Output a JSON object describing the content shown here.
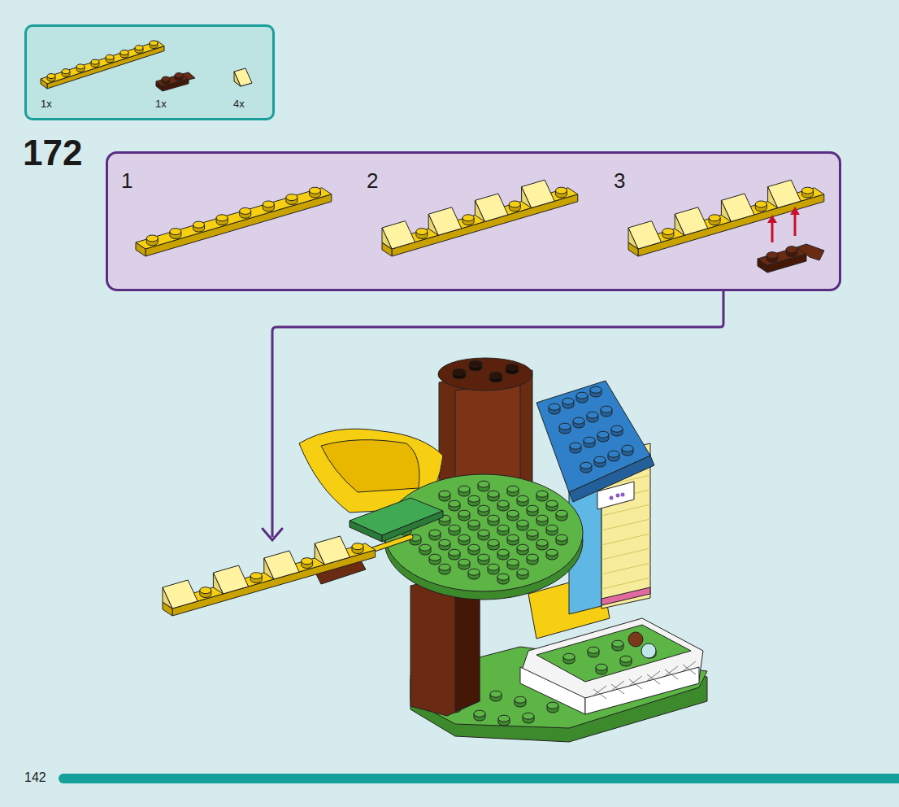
{
  "diagram": {
    "nodes": [
      {
        "text": [
          "1x",
          "1x",
          "4x"
        ]
      },
      {
        "text": [
          "1",
          "2",
          "3"
        ]
      }
    ],
    "labels": [
      "172",
      "142"
    ]
  }
}
